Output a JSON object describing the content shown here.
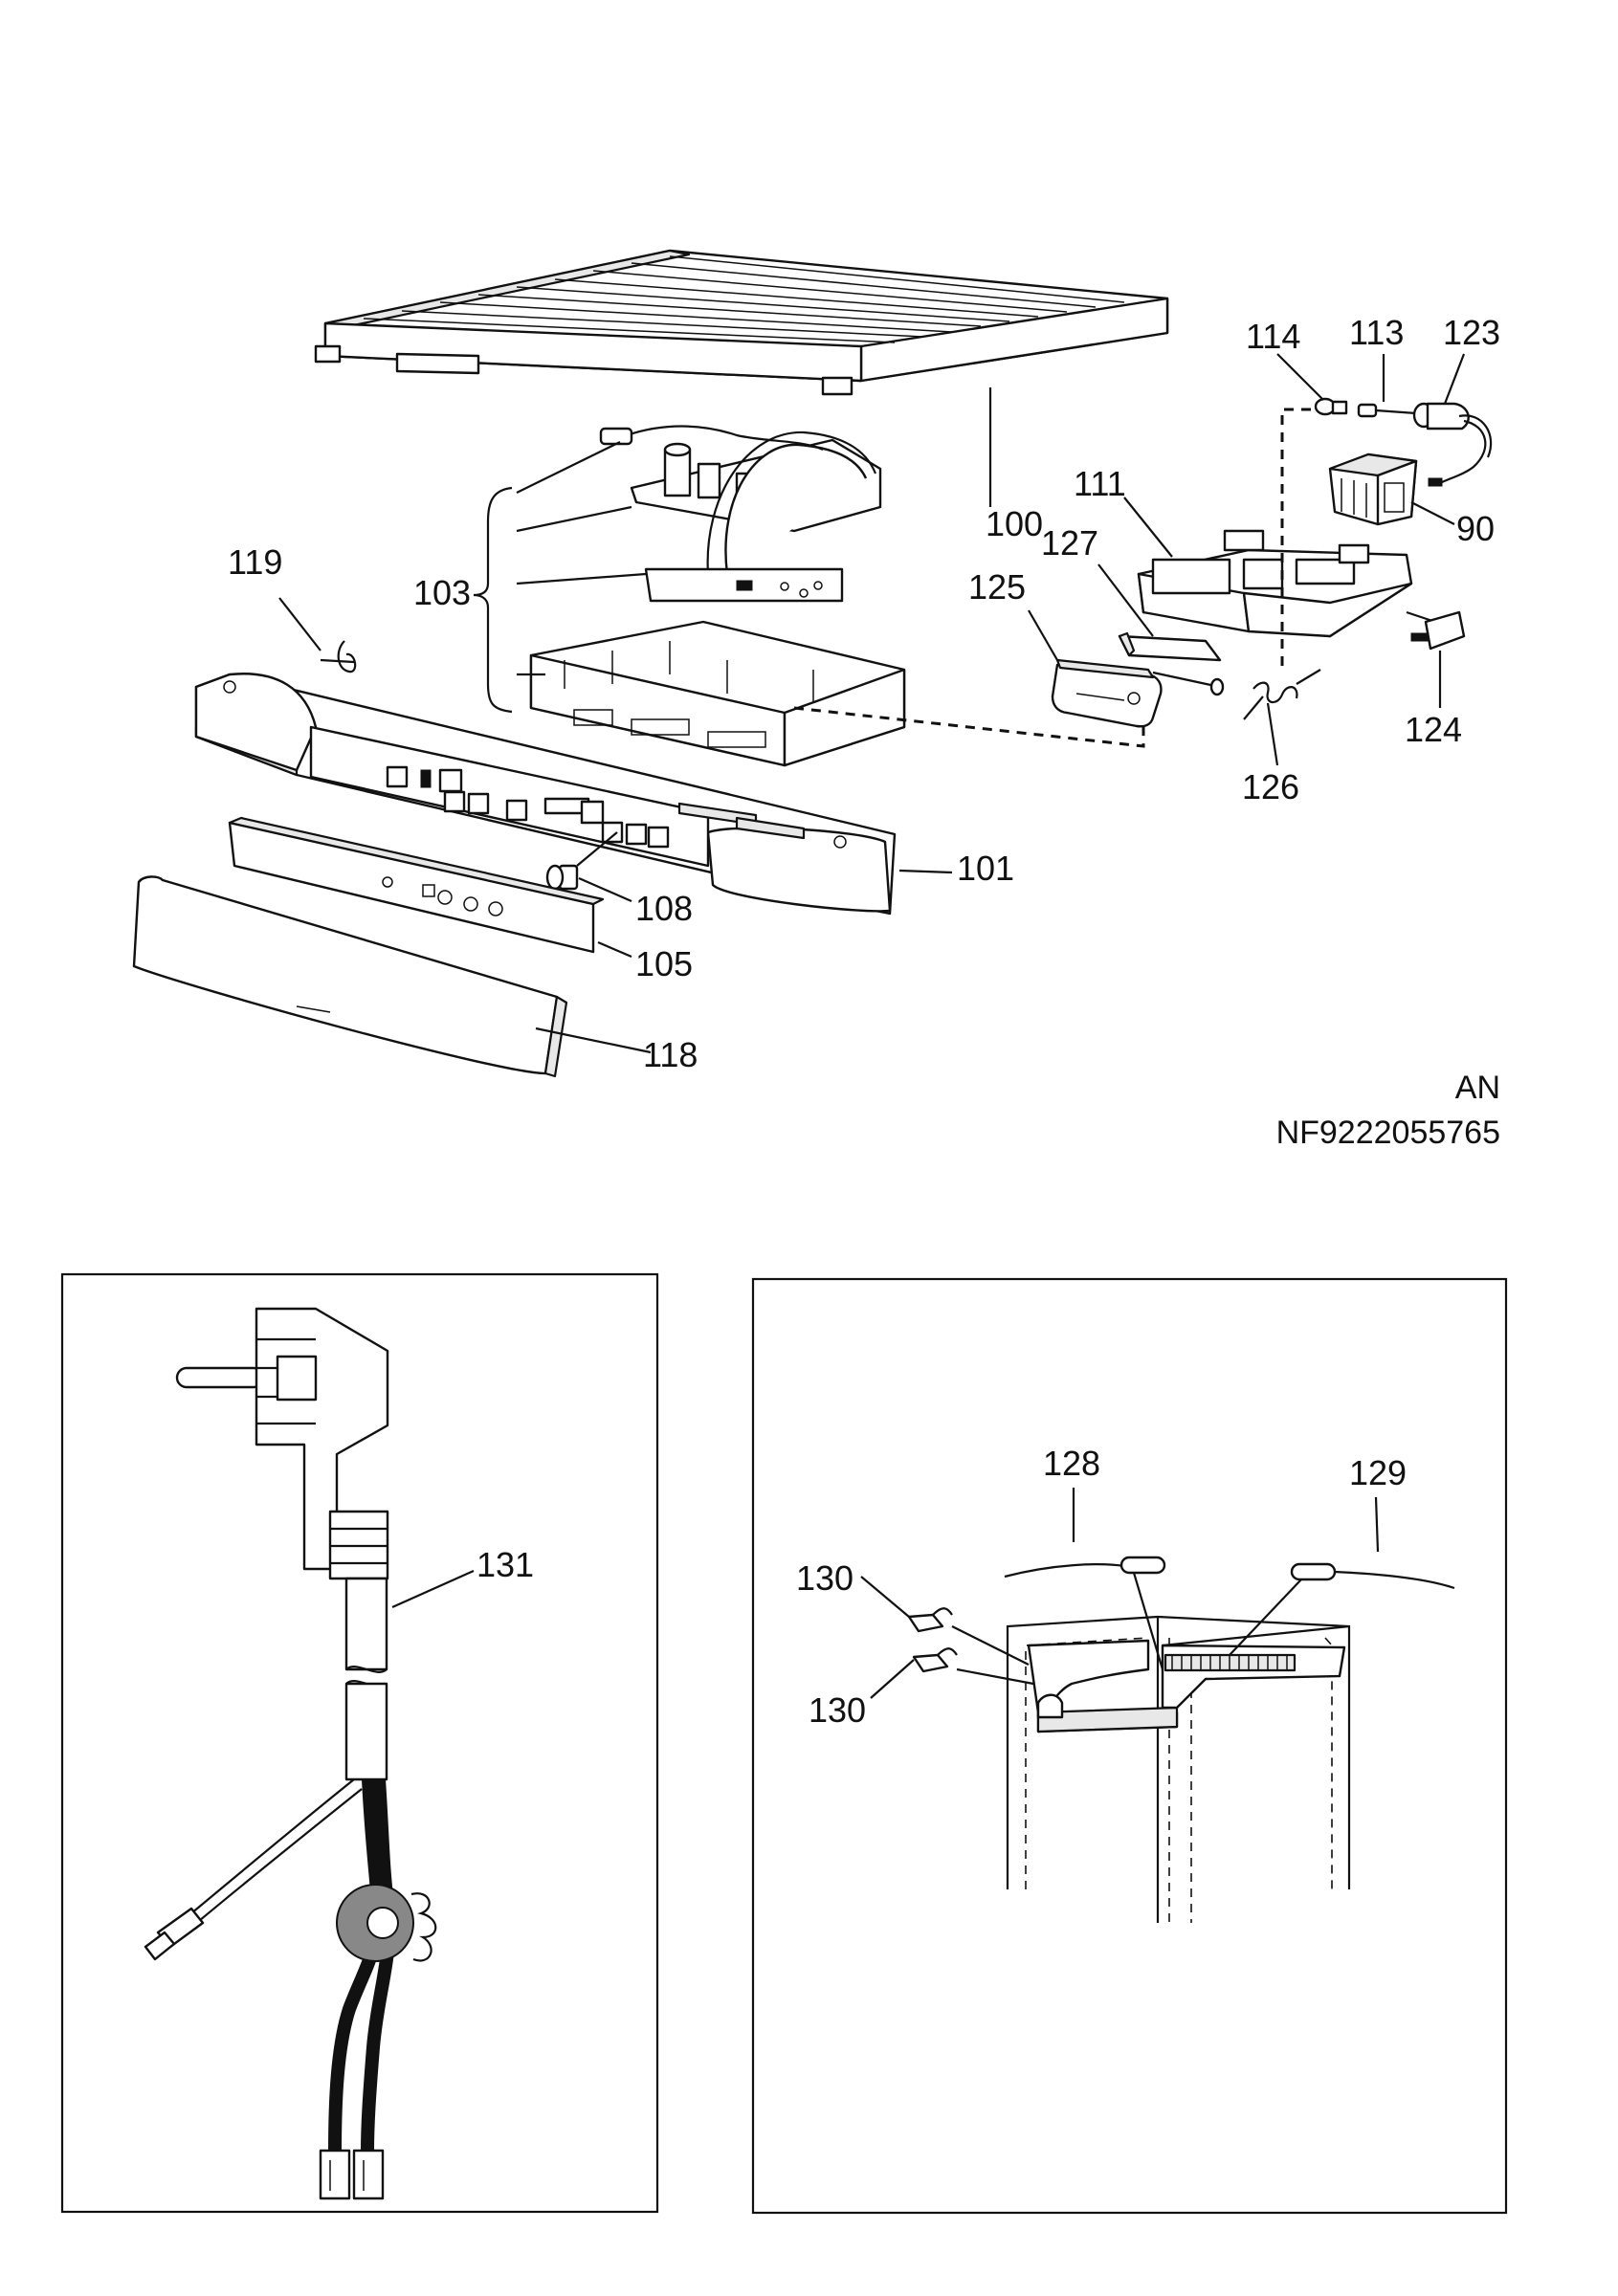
{
  "callouts": {
    "c100": "100",
    "c101": "101",
    "c103": "103",
    "c105": "105",
    "c108": "108",
    "c111": "111",
    "c113": "113",
    "c114": "114",
    "c118": "118",
    "c119": "119",
    "c123": "123",
    "c124": "124",
    "c125": "125",
    "c126": "126",
    "c127": "127",
    "c90": "90",
    "c128": "128",
    "c129": "129",
    "c130a": "130",
    "c130b": "130",
    "c131": "131"
  },
  "document_code": {
    "variant": "AN",
    "number": "NF9222055765"
  }
}
